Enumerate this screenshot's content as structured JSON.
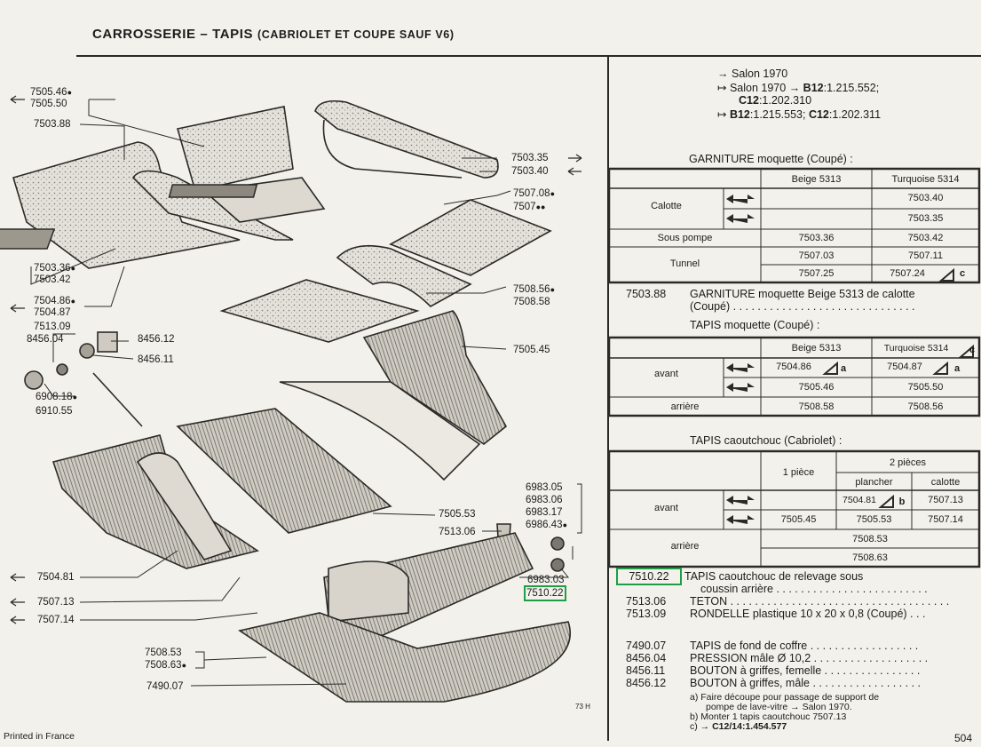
{
  "header": {
    "title_a": "CARROSSERIE – TAPIS",
    "title_b": "(CABRIOLET ET COUPE SAUF V6)"
  },
  "diagram": {
    "labels": [
      {
        "id": "l1",
        "text": "7505.46"
      },
      {
        "id": "l2",
        "text": "7505.50"
      },
      {
        "id": "l3",
        "text": "7503.88"
      },
      {
        "id": "l4",
        "text": "7503.35"
      },
      {
        "id": "l5",
        "text": "7503.40"
      },
      {
        "id": "l6",
        "text": "7507.08"
      },
      {
        "id": "l7",
        "text": "7507"
      },
      {
        "id": "l8",
        "text": "7503.36"
      },
      {
        "id": "l9",
        "text": "7503.42"
      },
      {
        "id": "l10",
        "text": "7508.56"
      },
      {
        "id": "l11",
        "text": "7508.58"
      },
      {
        "id": "l12",
        "text": "7504.86"
      },
      {
        "id": "l13",
        "text": "7504.87"
      },
      {
        "id": "l14",
        "text": "7513.09"
      },
      {
        "id": "l15",
        "text": "8456.04"
      },
      {
        "id": "l16",
        "text": "8456.12"
      },
      {
        "id": "l17",
        "text": "8456.11"
      },
      {
        "id": "l18",
        "text": "7505.45"
      },
      {
        "id": "l19",
        "text": "6908.18"
      },
      {
        "id": "l20",
        "text": "6910.55"
      },
      {
        "id": "l21",
        "text": "6983.05"
      },
      {
        "id": "l22",
        "text": "6983.06"
      },
      {
        "id": "l23",
        "text": "6983.17"
      },
      {
        "id": "l24",
        "text": "6986.43"
      },
      {
        "id": "l25",
        "text": "7505.53"
      },
      {
        "id": "l26",
        "text": "7513.06"
      },
      {
        "id": "l27",
        "text": "6983.03"
      },
      {
        "id": "l28",
        "text": "7510.22"
      },
      {
        "id": "l29",
        "text": "7504.81"
      },
      {
        "id": "l30",
        "text": "7507.13"
      },
      {
        "id": "l31",
        "text": "7507.14"
      },
      {
        "id": "l32",
        "text": "7508.53"
      },
      {
        "id": "l33",
        "text": "7508.63"
      },
      {
        "id": "l34",
        "text": "7490.07"
      }
    ],
    "plate_ref": "73 H",
    "footer": "Printed in France"
  },
  "legend": {
    "line1": "Salon 1970",
    "line2a": "Salon 1970",
    "line2b": "B12",
    "line2c": ":1.215.552;",
    "line3a": "C12",
    "line3b": ":1.202.310",
    "line4a": "B12",
    "line4b": ":1.215.553;",
    "line4c": "C12",
    "line4d": ":1.202.311"
  },
  "garniture": {
    "heading": "GARNITURE moquette (Coupé) :",
    "col_beige": "Beige 5313",
    "col_turq": "Turquoise 5314",
    "calotte": "Calotte",
    "sous_pompe": "Sous pompe",
    "tunnel": "Tunnel",
    "c_r1": "7503.40",
    "c_r2": "7503.35",
    "sp_b": "7503.36",
    "sp_t": "7503.42",
    "t1_b": "7507.03",
    "t1_t": "7507.11",
    "t2_b": "7507.25",
    "t2_t": "7507.24",
    "t2_mark": "c"
  },
  "garn_line": {
    "code": "7503.88",
    "text": "GARNITURE moquette Beige 5313 de calotte",
    "text2": "(Coupé) . . . . . . . . . . . . . . . . . . . . . . . . . . . . . ."
  },
  "tapis_moq": {
    "heading": "TAPIS moquette (Coupé) :",
    "col_beige": "Beige 5313",
    "col_turq": "Turquoise 5314",
    "col_turq_mark": "c",
    "avant": "avant",
    "arriere": "arrière",
    "r1_b": "7504.86",
    "r1_b_mark": "a",
    "r1_t": "7504.87",
    "r1_t_mark": "a",
    "r2_b": "7505.46",
    "r2_t": "7505.50",
    "r3_b": "7508.58",
    "r3_t": "7508.56"
  },
  "tapis_caout": {
    "heading": "TAPIS caoutchouc (Cabriolet) :",
    "col_1p": "1 pièce",
    "col_2p": "2 pièces",
    "col_plancher": "plancher",
    "col_calotte": "calotte",
    "avant": "avant",
    "arriere": "arrière",
    "r1_pl": "7504.81",
    "r1_pl_mark": "b",
    "r1_ca": "7507.13",
    "r2_1p": "7505.45",
    "r2_pl": "7505.53",
    "r2_ca": "7507.14",
    "r3": "7508.53",
    "r4": "7508.63"
  },
  "parts": [
    {
      "code": "7510.22",
      "text": "TAPIS caoutchouc de relevage sous"
    },
    {
      "code": "",
      "text": "coussin arrière . . . . . . . . . . . . . . . . . . . . . . . . ."
    },
    {
      "code": "7513.06",
      "text": "TETON . . . . . . . . . . . . . . . . . . . . . . . . . . . . . . . . . . . ."
    },
    {
      "code": "7513.09",
      "text": "RONDELLE plastique 10 x 20 x 0,8 (Coupé) . . ."
    },
    {
      "code": "7490.07",
      "text": "TAPIS de fond de coffre . . . . . . . . . . . . . . . . . ."
    },
    {
      "code": "8456.04",
      "text": "PRESSION mâle Ø 10,2 . . . . . . . . . . . . . . . . . . ."
    },
    {
      "code": "8456.11",
      "text": "BOUTON à griffes, femelle . . . . . . . . . . . . . . . ."
    },
    {
      "code": "8456.12",
      "text": "BOUTON à griffes, mâle . . . . . . . . . . . . . . . . . ."
    }
  ],
  "notes": {
    "a1": "a) Faire découpe pour passage de support de",
    "a2": "pompe de lave-vitre",
    "a2b": "Salon 1970.",
    "b1": "b) Monter 1 tapis caoutchouc 7507.13",
    "c1": "c)",
    "c1b": "C12/14:1.454.577"
  },
  "page_number": "504"
}
